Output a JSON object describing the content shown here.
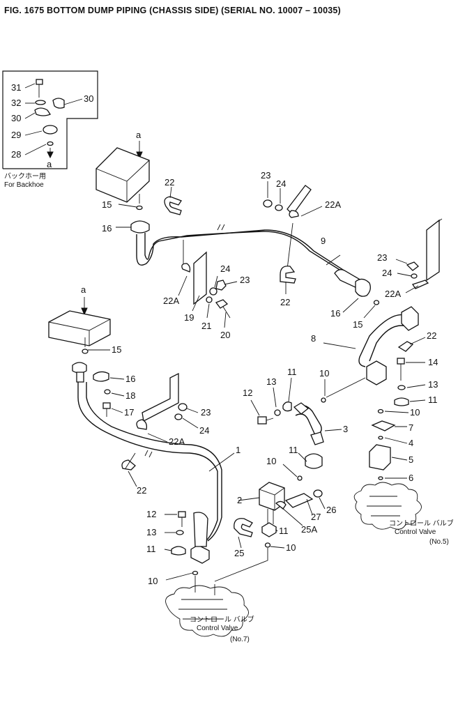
{
  "title": "FIG. 1675  BOTTOM DUMP PIPING (CHASSIS SIDE) (SERIAL NO. 10007 – 10035)",
  "inset": {
    "caption_jp": "バックホー用",
    "caption_en": "For Backhoe"
  },
  "valves": [
    {
      "jp": "コントロール バルブ",
      "en": "Control Valve",
      "no": "(No.5)"
    },
    {
      "jp": "コントロール バルブ",
      "en": "Control Valve",
      "no": "(No.7)"
    }
  ],
  "arrow_label": "a",
  "callouts": {
    "c31": "31",
    "c32": "32",
    "c30a": "30",
    "c30b": "30",
    "c29": "29",
    "c28": "28",
    "c15a": "15",
    "c16a": "16",
    "c22a": "22",
    "c22A_a": "22A",
    "c19": "19",
    "c21": "21",
    "c20": "20",
    "c24a": "24",
    "c23a": "23",
    "c23b": "23",
    "c24b": "24",
    "c22A_b": "22A",
    "c9": "9",
    "c22b": "22",
    "c16b": "16",
    "c15b": "15",
    "c23c": "23",
    "c24c": "24",
    "c22A_c": "22A",
    "c8": "8",
    "c22c": "22",
    "c14": "14",
    "c13a": "13",
    "c11a": "11",
    "c10a": "10",
    "c7": "7",
    "c4": "4",
    "c5": "5",
    "c6": "6",
    "c15c": "15",
    "c16c": "16",
    "c18": "18",
    "c17": "17",
    "c23d": "23",
    "c24d": "24",
    "c22A_d": "22A",
    "c22d": "22",
    "c1": "1",
    "c12a": "12",
    "c13b": "13",
    "c11b": "11",
    "c10b": "10",
    "c3": "3",
    "c11c": "11",
    "c10c": "10",
    "c2": "2",
    "c27": "27",
    "c26": "26",
    "c25A": "25A",
    "c11d": "11",
    "c25": "25",
    "c10d": "10",
    "c12b": "12",
    "c13c": "13",
    "c11e": "11",
    "c10e": "10"
  }
}
